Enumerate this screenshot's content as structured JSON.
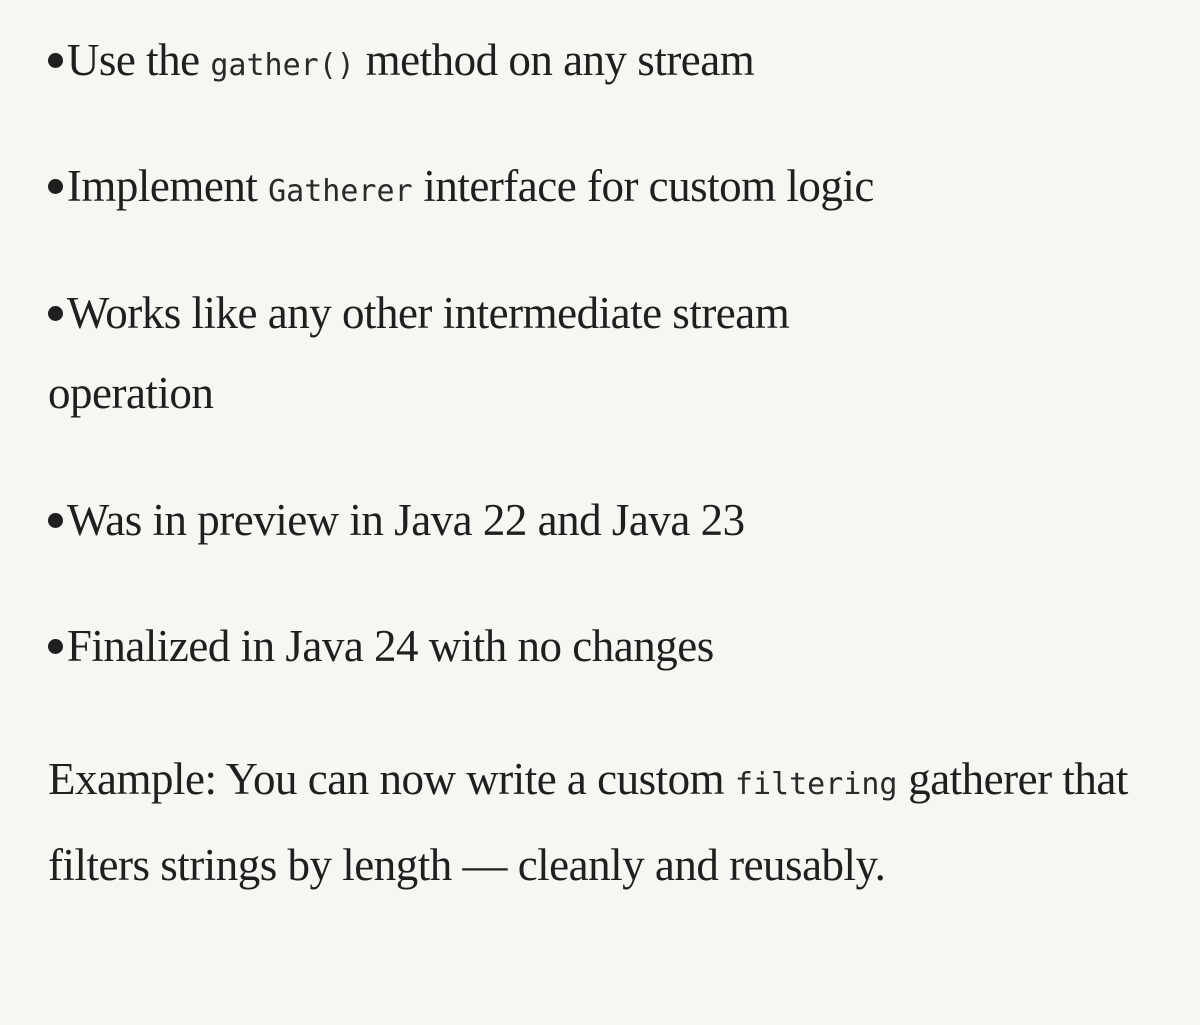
{
  "bullets": [
    {
      "before": "Use the ",
      "code": "gather()",
      "after": " method on any stream"
    },
    {
      "before": "Implement ",
      "code": "Gatherer",
      "after": " interface for custom logic"
    },
    {
      "text": "Works like any other intermediate stream operation"
    },
    {
      "text": "Was in preview in Java 22 and Java 23"
    },
    {
      "text": "Finalized in Java 24 with no changes"
    }
  ],
  "example": {
    "before": "Example: You can now write a custom ",
    "code": "filtering",
    "after": " gatherer that filters strings by length — cleanly and reusably."
  }
}
